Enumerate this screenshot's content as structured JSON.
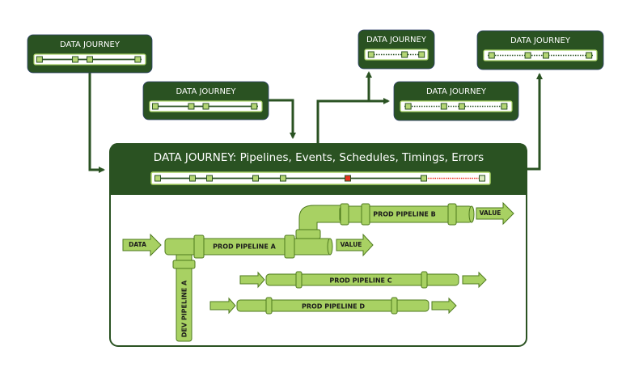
{
  "colors": {
    "dark_green": "#2a5222",
    "pipe_fill": "#a8d163",
    "pipe_stroke": "#4e7a1e",
    "marker_fill": "#b5d675",
    "marker_error": "#e8321e",
    "marker_pending": "#dcebc0",
    "error_dotted": "#e8321e",
    "track_bg": "#ffffff"
  },
  "journey_boxes": [
    {
      "id": "top-left",
      "title": "DATA JOURNEY",
      "line_style": "solid",
      "markers": 4
    },
    {
      "id": "mid-left",
      "title": "DATA JOURNEY",
      "line_style": "solid",
      "markers": 4
    },
    {
      "id": "top-center",
      "title": "DATA JOURNEY",
      "line_style": "dotted",
      "markers": 3
    },
    {
      "id": "mid-right",
      "title": "DATA JOURNEY",
      "line_style": "dotted",
      "markers": 4
    },
    {
      "id": "top-right",
      "title": "DATA JOURNEY",
      "line_style": "dotted",
      "markers": 4
    }
  ],
  "main": {
    "title": "DATA JOURNEY: Pipelines, Events, Schedules, Timings, Errors",
    "markers": [
      "ok",
      "ok",
      "ok",
      "ok",
      "ok",
      "error",
      "ok",
      "pending"
    ]
  },
  "pipelines": {
    "prod_a": "PROD PIPELINE A",
    "prod_b": "PROD PIPELINE B",
    "prod_c": "PROD PIPELINE C",
    "prod_d": "PROD PIPELINE D",
    "dev_a": "DEV PIPELINE A"
  },
  "arrows": {
    "data_in": "DATA",
    "value_a": "VALUE",
    "value_b": "VALUE"
  }
}
